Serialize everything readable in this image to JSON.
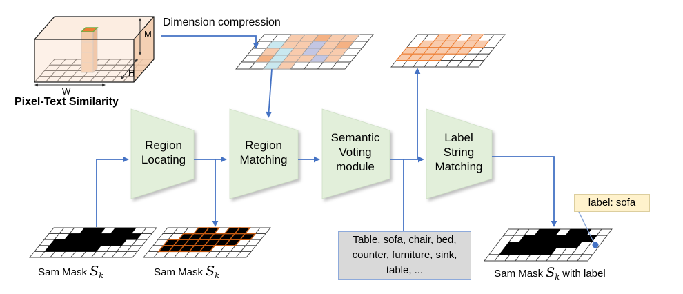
{
  "colors": {
    "accent_blue": "#4472C4",
    "leader_blue": "#7F9FD4",
    "module_green": "#E2EFDA",
    "mask_black": "#000000",
    "mask_outline_orange": "#C55A11",
    "cell_peach": "#F8CBAD",
    "cell_orange": "#F4B183",
    "cell_cyan": "#C9E8EF",
    "cell_lavender": "#C3C6E3",
    "box_top": "#FCEADC",
    "box_front": "#FAE0CC",
    "box_right": "#F3CBAB",
    "column_body": "#F3C9A6",
    "column_side": "#E9B58F",
    "column_top": "#ED7D31",
    "column_top_stroke": "#70AD47",
    "wordbox_fill": "#D9D9D9",
    "wordbox_border": "#8EAADB",
    "callout_fill": "#FFF2CC",
    "callout_border": "#DCCE9E",
    "grid_line": "#404040",
    "dim_arrow": "#333333"
  },
  "similarity_box": {
    "title": "Pixel-Text Similarity",
    "dim_m": "M",
    "dim_h": "H",
    "dim_w": "W"
  },
  "dimension_compression_label": "Dimension compression",
  "modules": [
    {
      "id": "region-locating",
      "label": "Region\nLocating"
    },
    {
      "id": "region-matching",
      "label": "Region\nMatching"
    },
    {
      "id": "semantic-voting-module",
      "label": "Semantic\nVoting\nmodule"
    },
    {
      "id": "label-string-matching",
      "label": "Label\nString\nMatching"
    }
  ],
  "word_list_box": {
    "text": "Table, sofa, chair, bed,\ncounter, furniture, sink,\ntable, ..."
  },
  "callout": {
    "text": "label: sofa"
  },
  "mask_labels": [
    {
      "prefix": "Sam Mask ",
      "symbol": "S",
      "subscript": "k",
      "suffix": ""
    },
    {
      "prefix": "Sam Mask ",
      "symbol": "S",
      "subscript": "k",
      "suffix": ""
    },
    {
      "prefix": "Sam Mask ",
      "symbol": "S",
      "subscript": "k",
      "suffix": " with label"
    }
  ],
  "grids": {
    "compressed_cells": [
      [
        0,
        2,
        "peach"
      ],
      [
        0,
        3,
        "peach"
      ],
      [
        0,
        4,
        "orange"
      ],
      [
        0,
        5,
        "peach"
      ],
      [
        0,
        6,
        "peach"
      ],
      [
        1,
        1,
        "cyan"
      ],
      [
        1,
        2,
        "peach"
      ],
      [
        1,
        3,
        "peach"
      ],
      [
        1,
        4,
        "lavender"
      ],
      [
        1,
        5,
        "peach"
      ],
      [
        1,
        6,
        "orange"
      ],
      [
        2,
        1,
        "peach"
      ],
      [
        2,
        2,
        "cyan"
      ],
      [
        2,
        3,
        "peach"
      ],
      [
        2,
        4,
        "lavender"
      ],
      [
        2,
        5,
        "peach"
      ],
      [
        2,
        6,
        "peach"
      ],
      [
        3,
        1,
        "orange"
      ],
      [
        3,
        2,
        "cyan"
      ],
      [
        3,
        3,
        "peach"
      ],
      [
        3,
        4,
        "peach"
      ],
      [
        3,
        5,
        "lavender"
      ],
      [
        3,
        6,
        "peach"
      ],
      [
        4,
        2,
        "cyan"
      ],
      [
        4,
        3,
        "peach"
      ]
    ],
    "highlight_cells": [
      [
        0,
        2
      ],
      [
        0,
        3
      ],
      [
        0,
        5
      ],
      [
        1,
        1
      ],
      [
        1,
        2
      ],
      [
        1,
        3
      ],
      [
        1,
        4
      ],
      [
        1,
        5
      ],
      [
        1,
        6
      ],
      [
        2,
        0
      ],
      [
        2,
        1
      ],
      [
        2,
        2
      ],
      [
        2,
        3
      ],
      [
        2,
        4
      ],
      [
        2,
        5
      ],
      [
        3,
        0
      ],
      [
        3,
        1
      ],
      [
        3,
        2
      ],
      [
        3,
        3
      ]
    ],
    "mask_cells": [
      [
        0,
        3
      ],
      [
        0,
        4
      ],
      [
        0,
        6
      ],
      [
        0,
        7
      ],
      [
        1,
        2
      ],
      [
        1,
        3
      ],
      [
        1,
        4
      ],
      [
        1,
        5
      ],
      [
        1,
        6
      ],
      [
        1,
        7
      ],
      [
        1,
        8
      ],
      [
        2,
        1
      ],
      [
        2,
        2
      ],
      [
        2,
        3
      ],
      [
        2,
        4
      ],
      [
        2,
        5
      ],
      [
        2,
        6
      ],
      [
        2,
        7
      ],
      [
        3,
        1
      ],
      [
        3,
        2
      ],
      [
        3,
        3
      ],
      [
        3,
        4
      ],
      [
        3,
        5
      ]
    ]
  }
}
